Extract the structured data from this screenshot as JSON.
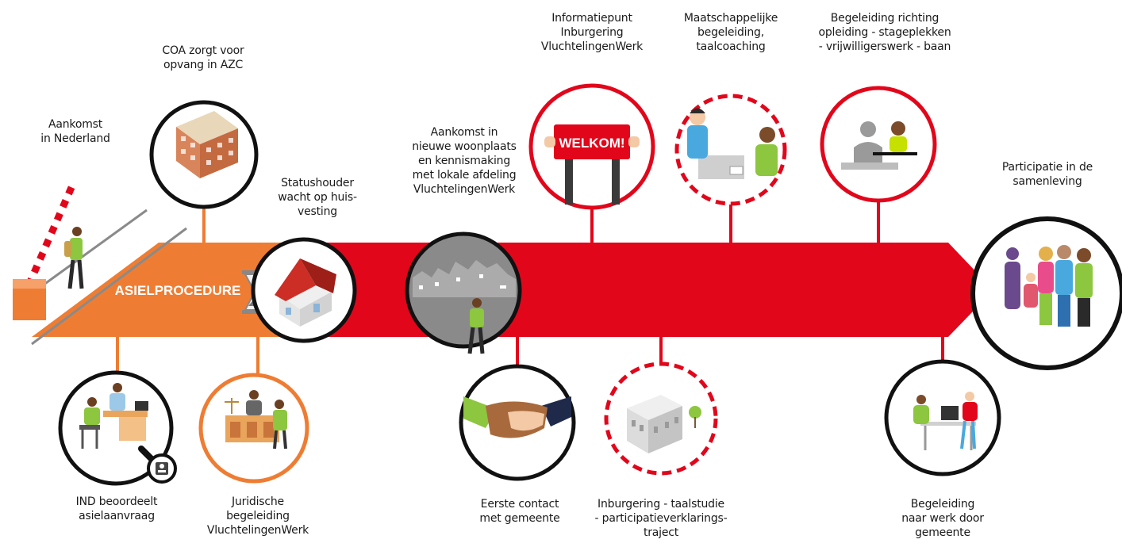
{
  "colors": {
    "orange": "#EE7D33",
    "red": "#E2061B",
    "dark": "#111111",
    "grey": "#8A8A8A"
  },
  "arrow_label": "ASIELPROCEDURE",
  "sign_text": "WELKOM!",
  "labels": {
    "aankomst_nl": "Aankomst\nin Nederland",
    "coa": "COA zorgt voor\nopvang in AZC",
    "statushouder": "Statushouder\nwacht op huis-\nvesting",
    "aankomst_woonplaats": "Aankomst in\nnieuwe woonplaats\nen kennismaking\nmet lokale afdeling\nVluchtelingenWerk",
    "informatiepunt": "Informatiepunt\nInburgering\nVluchtelingenWerk",
    "maatschappelijke": "Maatschappelijke\nbegeleiding,\ntaalcoaching",
    "begeleiding_opleiding": "Begeleiding richting\nopleiding - stageplekken\n- vrijwilligerswerk - baan",
    "participatie": "Participatie in de\nsamenleving",
    "ind": "IND beoordeelt\nasielaanvraag",
    "juridische": "Juridische\nbegeleiding\nVluchtelingenWerk",
    "eerste_contact": "Eerste contact\nmet gemeente",
    "inburgering": "Inburgering - taalstudie\n- participatieverklarings-\ntraject",
    "begeleiding_werk": "Begeleiding\nnaar werk door\ngemeente"
  }
}
